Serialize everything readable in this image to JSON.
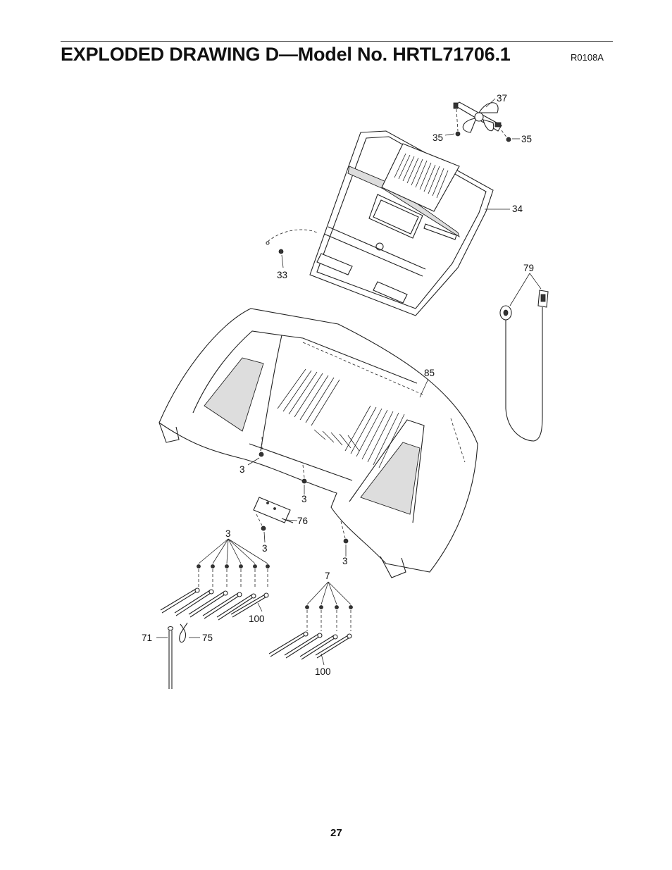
{
  "header": {
    "title": "EXPLODED DRAWING D—Model No. HRTL71706.1",
    "drawing_code": "R0108A"
  },
  "callouts": {
    "c37": "37",
    "c35a": "35",
    "c35b": "35",
    "c34": "34",
    "c33": "33",
    "c79": "79",
    "c85": "85",
    "c3a": "3",
    "c3b": "3",
    "c76": "76",
    "c3c": "3",
    "c3d": "3",
    "c3e": "3",
    "c7": "7",
    "c100a": "100",
    "c71": "71",
    "c75": "75",
    "c100b": "100"
  },
  "footer": {
    "page_number": "27"
  }
}
